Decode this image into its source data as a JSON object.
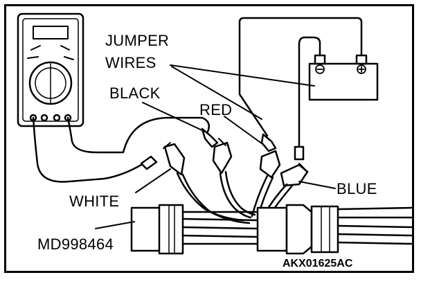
{
  "labels": {
    "jumper_line1": "JUMPER",
    "jumper_line2": "WIRES",
    "black": "BLACK",
    "red": "RED",
    "blue": "BLUE",
    "white": "WHITE",
    "tool_number": "MD998464",
    "figure_code": "AKX01625AC"
  },
  "battery": {
    "negative": "⊖",
    "positive": "⊕"
  },
  "icons": [
    "multimeter-icon",
    "battery-icon",
    "connector-icon",
    "probe-icon",
    "jumper-clip-icon"
  ]
}
